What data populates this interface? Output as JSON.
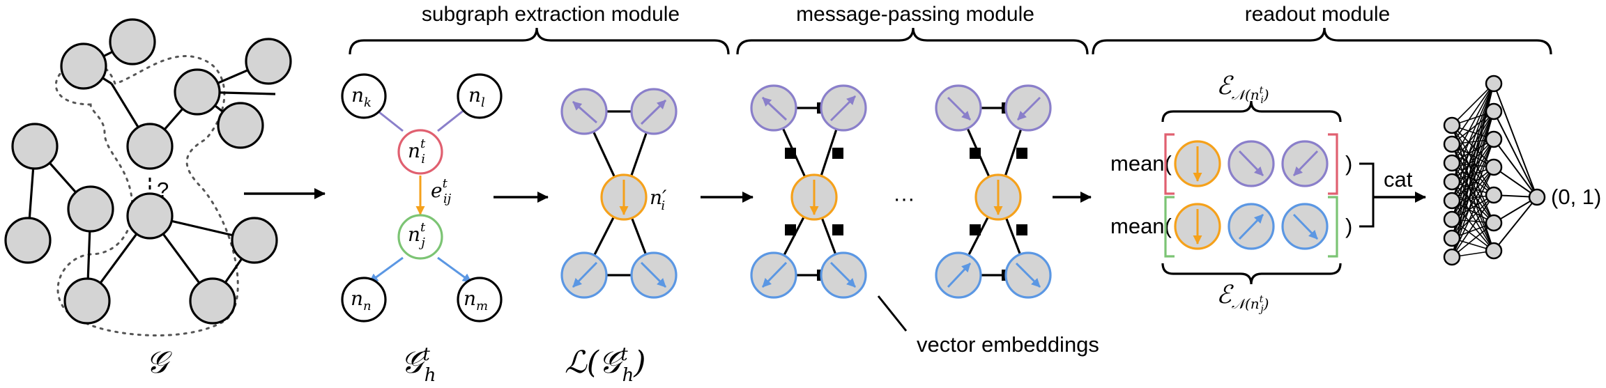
{
  "modules": {
    "subgraph": "subgraph extraction module",
    "message": "message-passing module",
    "readout": "readout module"
  },
  "labels": {
    "graph_main": "𝒢",
    "question": "?",
    "graph_sub_base": "𝒢",
    "graph_sub_sup": "t",
    "graph_sub_sub": "h",
    "line_graph_prefix": "ℒ(𝒢",
    "line_graph_sup": "t",
    "line_graph_sub": "h",
    "line_graph_suffix": ")",
    "n_k": "k",
    "n_l": "l",
    "n_n": "n",
    "n_m": "m",
    "n_base": "n",
    "n_i_sub": "i",
    "n_j_sub": "j",
    "t_sup": "t",
    "edge_base": "e",
    "edge_sub": "ij",
    "edge_sup": "t",
    "n_prime": "n′",
    "n_prime_sub": "i",
    "ellipsis": "···",
    "vector_embeddings": "vector embeddings",
    "mean_open": "mean(",
    "close_paren": ")",
    "cat": "cat",
    "output": "(0, 1)",
    "script_e": "ℰ",
    "script_n": "𝒩",
    "paren_open": "(",
    "paren_close": ")"
  },
  "colors": {
    "node_fill": "#d4d4d4",
    "orange": "#f5a11b",
    "purple": "#8a7fca",
    "blue": "#5b97e3",
    "red": "#e06070",
    "green": "#7cc474"
  }
}
